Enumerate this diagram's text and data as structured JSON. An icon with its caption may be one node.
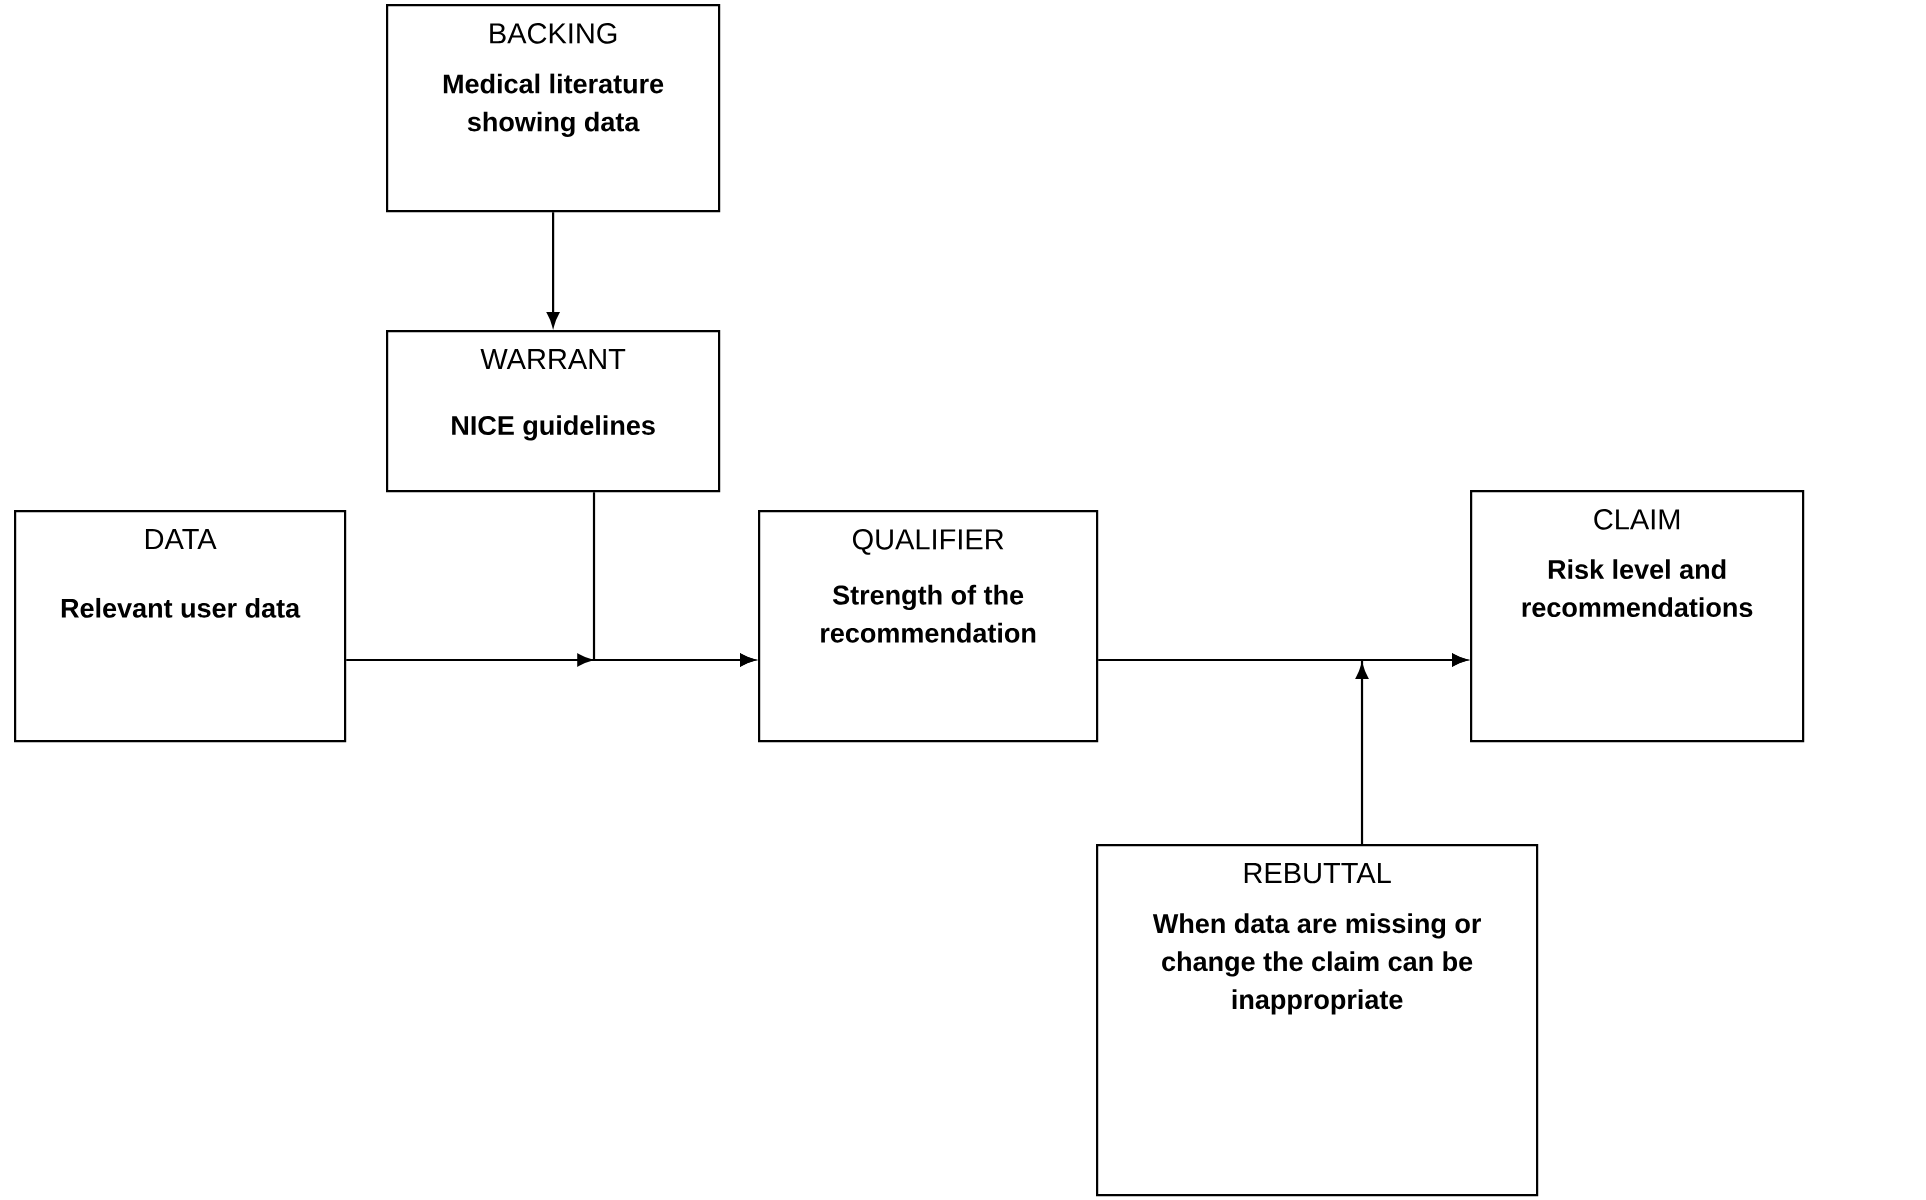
{
  "diagram": {
    "nodes": [
      {
        "text": [
          "BACKING",
          "Medical literature showing data"
        ]
      },
      {
        "text": [
          "WARRANT",
          "NICE guidelines"
        ]
      },
      {
        "text": [
          "DATA",
          "Relevant user data"
        ]
      },
      {
        "text": [
          "QUALIFIER",
          "Strength of the recommendation"
        ]
      },
      {
        "text": [
          "CLAIM",
          "Risk level and recommendations"
        ]
      },
      {
        "text": [
          "REBUTTAL",
          "When data are missing or change the claim can be inappropriate"
        ]
      }
    ],
    "edges": [
      {
        "from": 0,
        "to": 1,
        "arrow": "to"
      },
      {
        "from": 2,
        "to": 3,
        "arrow": "to"
      },
      {
        "from": 1,
        "to": 3,
        "arrow": "to"
      },
      {
        "from": 3,
        "to": 4,
        "arrow": "to"
      },
      {
        "from": 5,
        "to": 4,
        "arrow": "to"
      }
    ]
  }
}
